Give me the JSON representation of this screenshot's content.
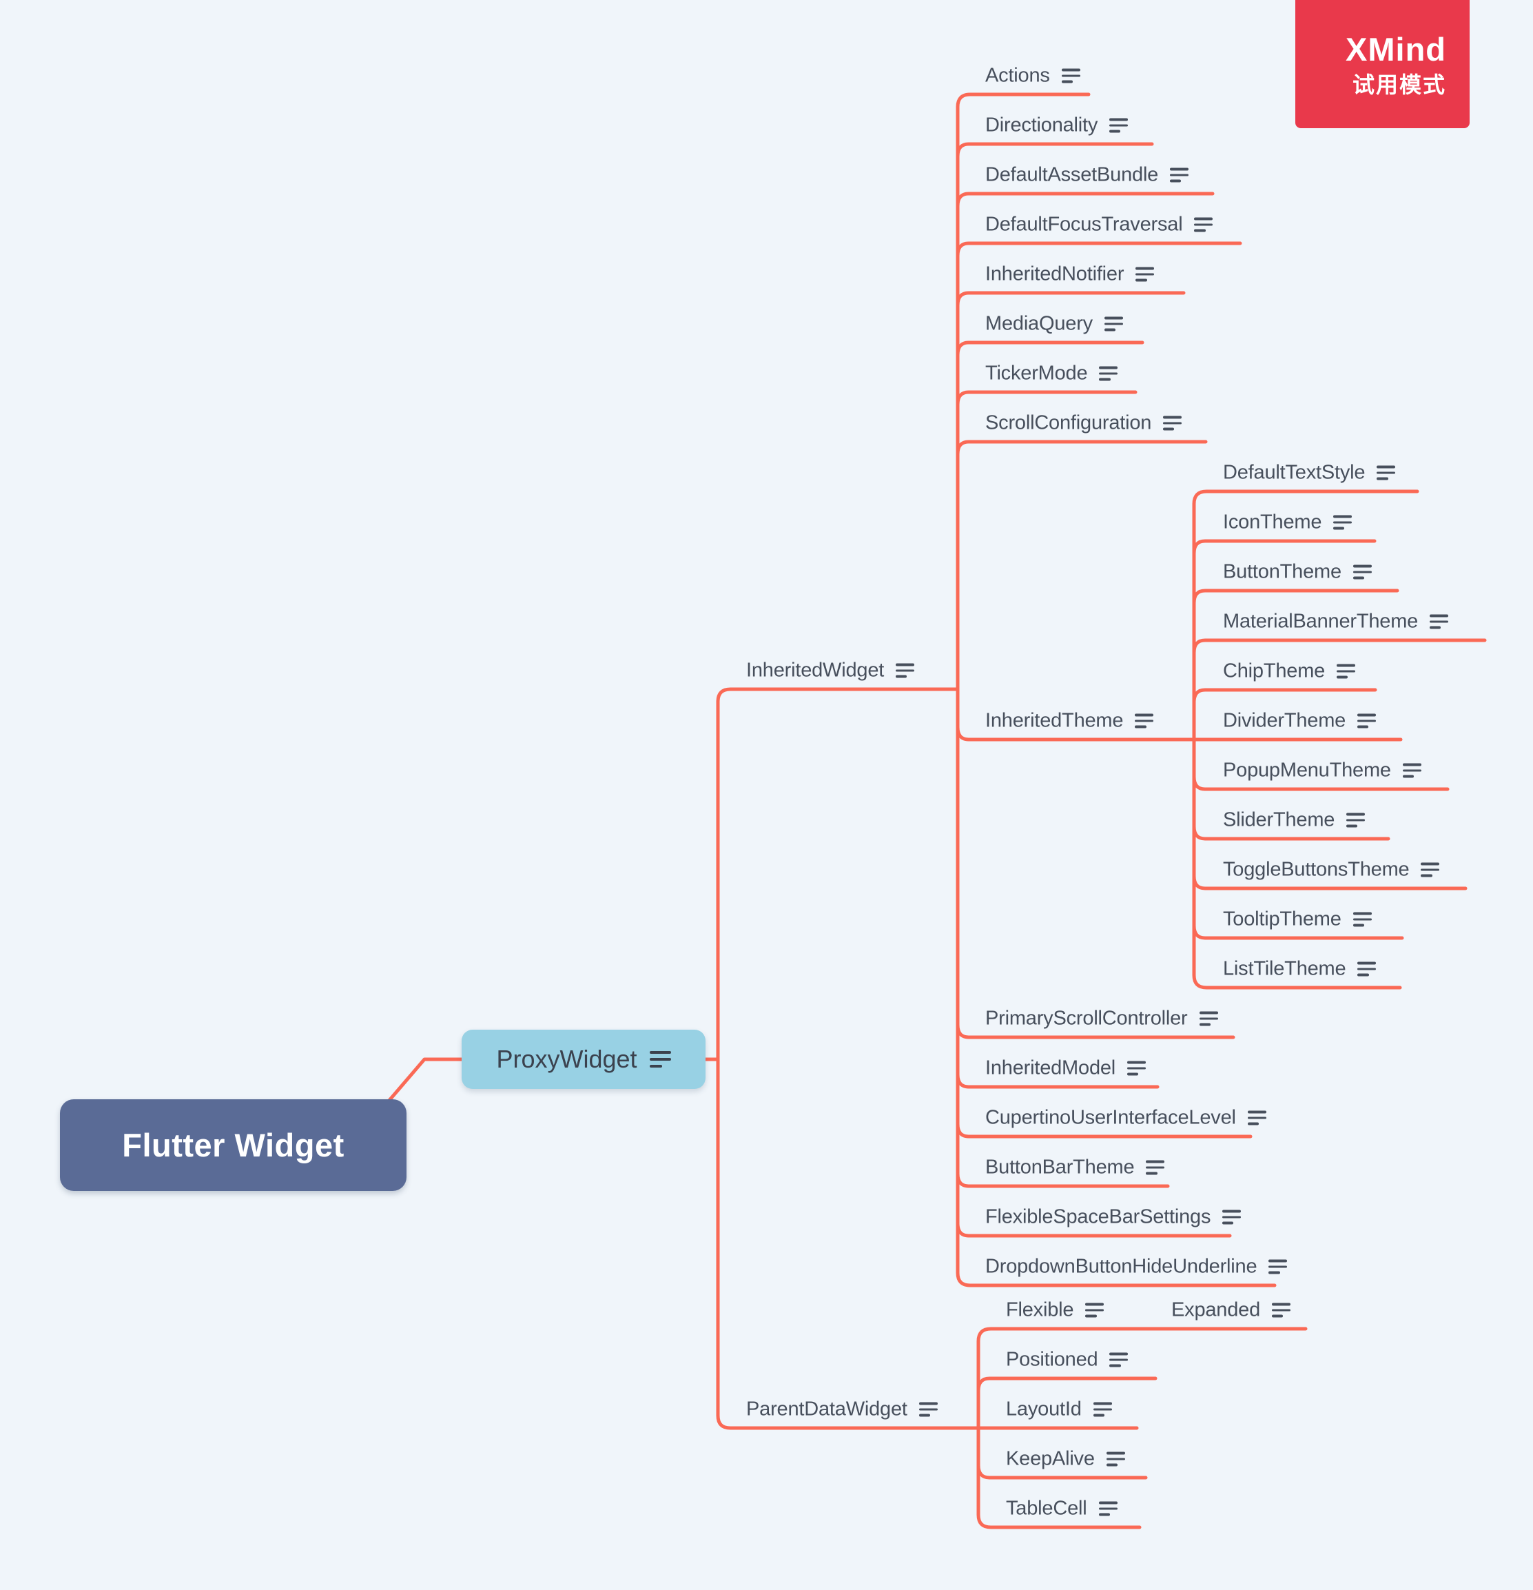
{
  "watermark": {
    "title": "XMind",
    "subtitle": "试用模式"
  },
  "map": {
    "root": {
      "label": "Flutter Widget"
    },
    "proxy": {
      "label": "ProxyWidget"
    },
    "inherited_widget": {
      "label": "InheritedWidget",
      "children": [
        "Actions",
        "Directionality",
        "DefaultAssetBundle",
        "DefaultFocusTraversal",
        "InheritedNotifier",
        "MediaQuery",
        "TickerMode",
        "ScrollConfiguration"
      ],
      "inherited_theme": {
        "label": "InheritedTheme",
        "children": [
          "DefaultTextStyle",
          "IconTheme",
          "ButtonTheme",
          "MaterialBannerTheme",
          "ChipTheme",
          "DividerTheme",
          "PopupMenuTheme",
          "SliderTheme",
          "ToggleButtonsTheme",
          "TooltipTheme",
          "ListTileTheme"
        ]
      },
      "children_after": [
        "PrimaryScrollController",
        "InheritedModel",
        "CupertinoUserInterfaceLevel",
        "ButtonBarTheme",
        "FlexibleSpaceBarSettings",
        "DropdownButtonHideUnderline"
      ]
    },
    "parent_data_widget": {
      "label": "ParentDataWidget",
      "children": [
        "Flexible",
        "Positioned",
        "LayoutId",
        "KeepAlive",
        "TableCell"
      ],
      "flexible_child": "Expanded"
    }
  },
  "colors": {
    "line": "#FA6955",
    "text": "#474F5C",
    "root_bg": "#5A6B96",
    "proxy_bg": "#98D1E4",
    "badge_bg": "#E9394B",
    "canvas_bg": "#F0F5FA"
  }
}
